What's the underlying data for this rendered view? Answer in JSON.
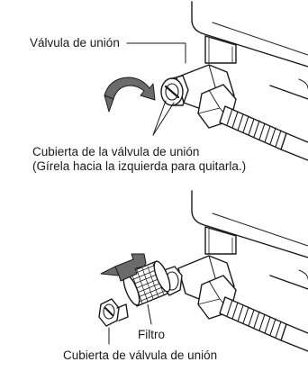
{
  "top_diagram": {
    "valve_label": "Válvula de unión",
    "cover_label": "Cubierta de la válvula de unión",
    "cover_note": "(Gírela hacia la izquierda para quitarla.)"
  },
  "bottom_diagram": {
    "filter_label": "Filtro",
    "cover_label": "Cubierta de válvula de unión"
  }
}
